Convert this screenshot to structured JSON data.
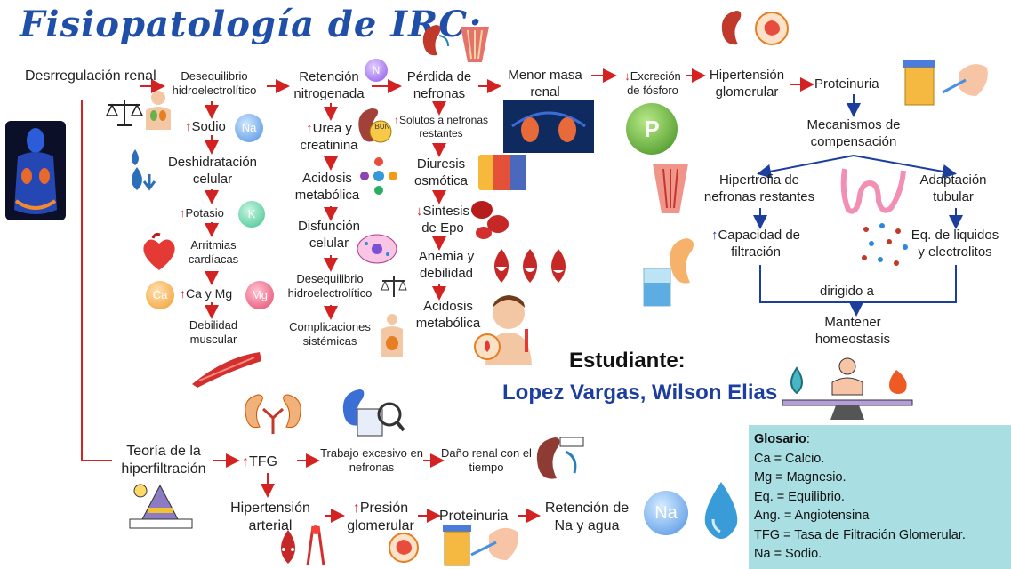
{
  "title": "Fisiopatología de IRC:",
  "student": {
    "label": "Estudiante:",
    "name": "Lopez Vargas, Wilson Elias"
  },
  "nodes": {
    "desregulacion": "Desrregulación renal",
    "desequilibrio1": "Desequilibrio hidroelectrolítico",
    "sodio": "Sodio",
    "deshidratacion": "Deshidratación celular",
    "potasio": "Potasio",
    "arritmias": "Arritmias cardíacas",
    "ca_mg": "Ca y Mg",
    "debilidad_muscular": "Debilidad muscular",
    "retencion_nitrogenada": "Retención nitrogenada",
    "urea": "Urea y creatinina",
    "acidosis1": "Acidosis metabólica",
    "disfuncion": "Disfunción celular",
    "desequilibrio2": "Desequilibrio hidroelectrolítico",
    "complicaciones": "Complicaciones sistémicas",
    "perdida": "Pérdida de nefronas",
    "solutos": "Solutos a nefronas restantes",
    "diuresis": "Diuresis osmótica",
    "sintesis": "Sintesis de Epo",
    "anemia": "Anemia y debilidad",
    "acidosis2": "Acidosis metabólica",
    "menor_masa": "Menor masa renal",
    "excrecion": "Excreción de fósforo",
    "hipertension_glom": "Hipertensión glomerular",
    "proteinuria1": "Proteinuria",
    "mecanismos": "Mecanismos de compensación",
    "hipertrofia": "Hipertrofia de nefronas restantes",
    "adaptacion": "Adaptación tubular",
    "capacidad": "Capacidad de filtración",
    "eq_liquidos": "Eq. de liquidos y electrolitos",
    "dirigido": "dirigido a",
    "mantener": "Mantener homeostasis",
    "teoria": "Teoría de la hiperfiltración",
    "tfg": "TFG",
    "trabajo": "Trabajo excesivo en nefronas",
    "dano": "Daño renal con el tiempo",
    "hipertension_art": "Hipertensión arterial",
    "presion": "Presión glomerular",
    "proteinuria2": "Proteinuria",
    "retencion_na": "Retención de Na y agua"
  },
  "icons": {
    "na": "Na",
    "k": "K",
    "ca": "Ca",
    "mg": "Mg",
    "n": "N",
    "p": "P",
    "na_big": "Na",
    "bun": "BUN"
  },
  "glossary": {
    "heading": "Glosario",
    "items": [
      "Ca = Calcio.",
      "Mg = Magnesio.",
      "Eq. = Equilibrio.",
      "Ang. = Angiotensina",
      "TFG = Tasa de Filtración Glomerular.",
      "Na = Sodio."
    ]
  },
  "colors": {
    "title": "#1f4fa8",
    "red_arrow": "#d22222",
    "blue_arrow": "#1c3f9e",
    "glossary_bg": "#a9dfe3"
  }
}
